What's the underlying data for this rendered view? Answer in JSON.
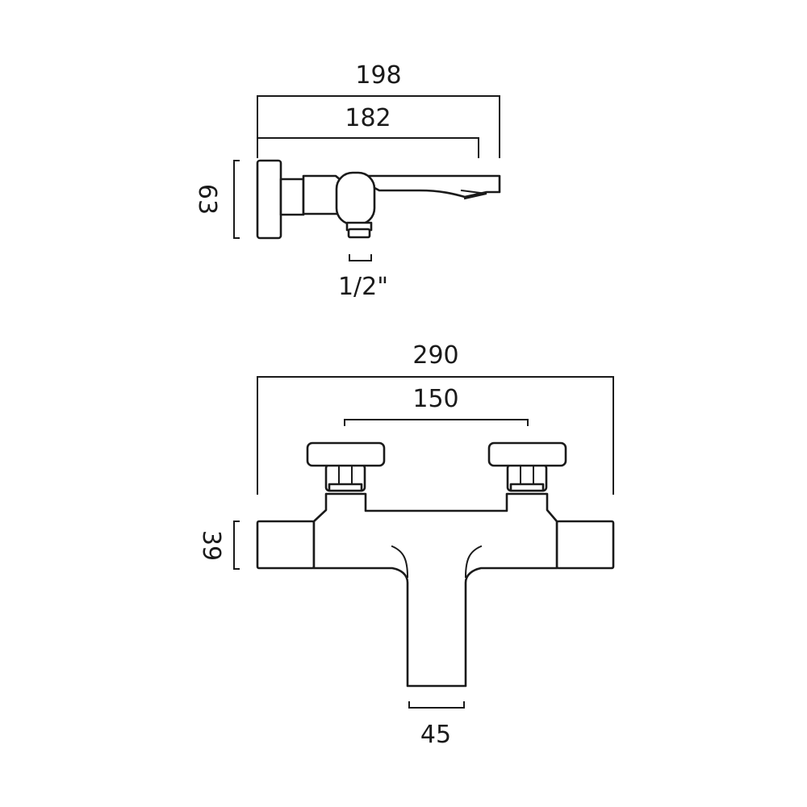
{
  "side_view": {
    "overall_depth": "198",
    "spout_depth": "182",
    "height": "63",
    "thread_size": "1/2\""
  },
  "front_view": {
    "overall_width": "290",
    "handle_centers": "150",
    "body_height": "39",
    "spout_width": "45"
  }
}
